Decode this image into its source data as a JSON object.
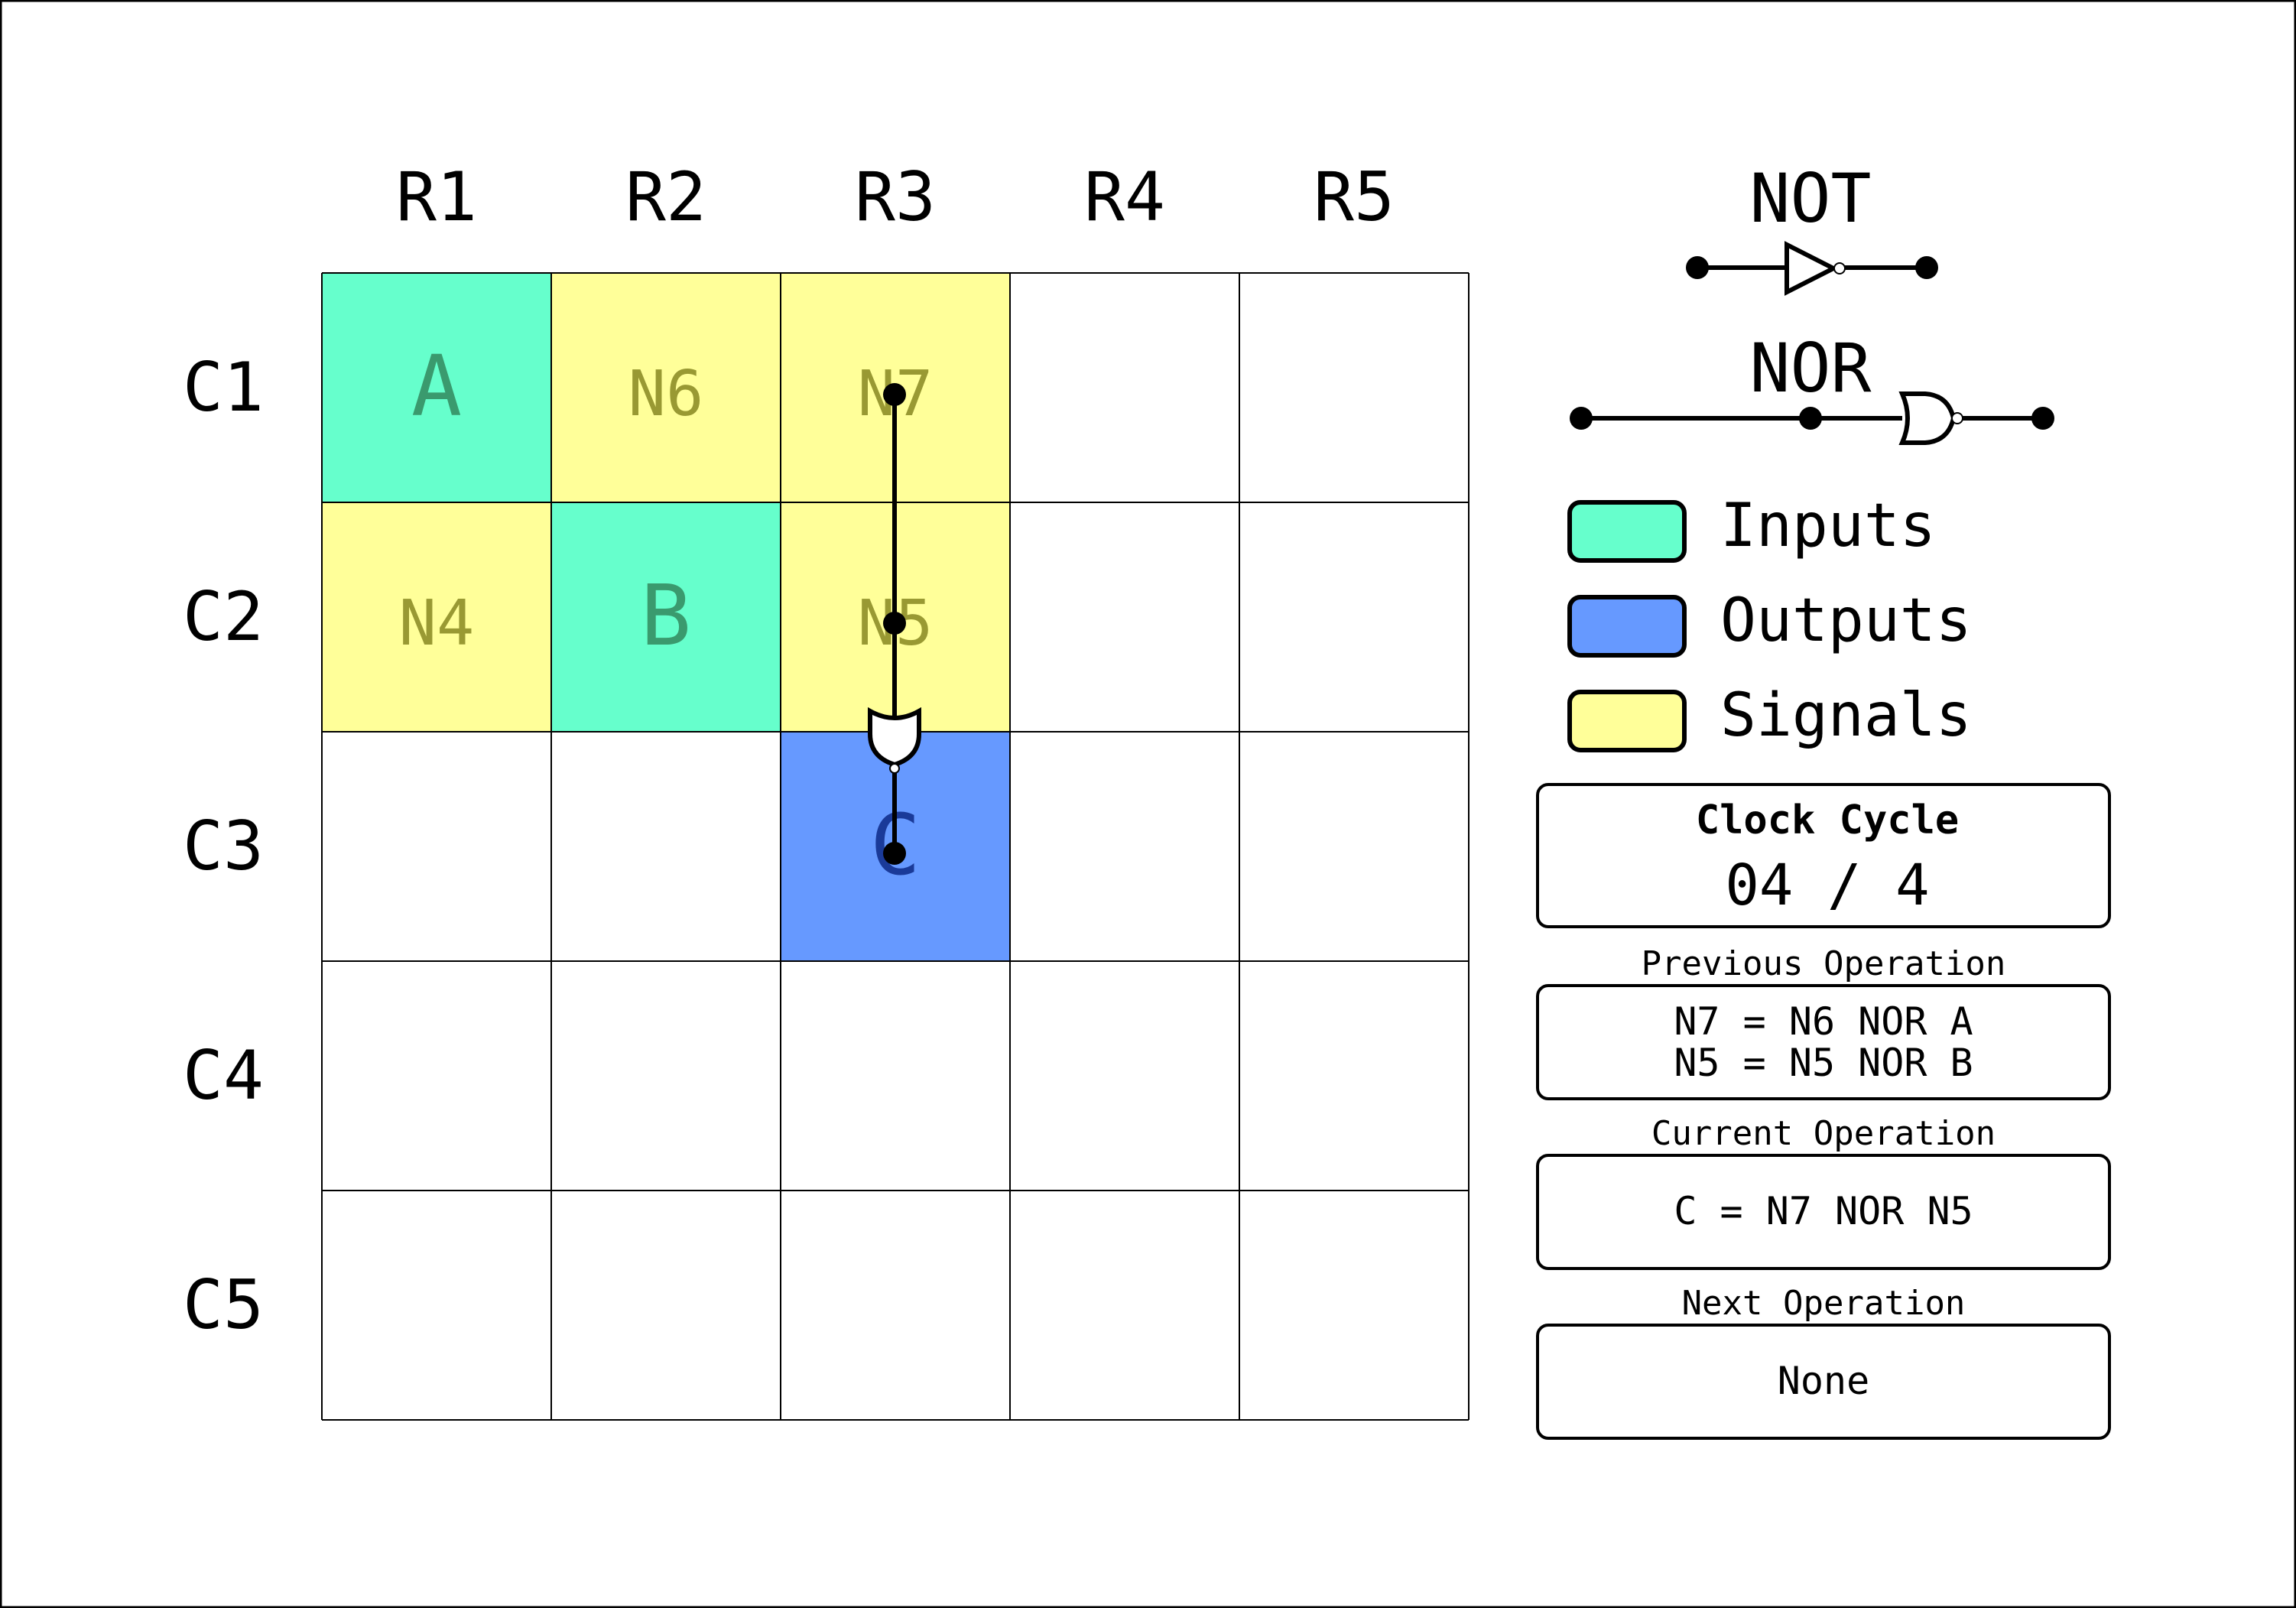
{
  "grid": {
    "column_headers": [
      "R1",
      "R2",
      "R3",
      "R4",
      "R5"
    ],
    "row_headers": [
      "C1",
      "C2",
      "C3",
      "C4",
      "C5"
    ],
    "cells": [
      {
        "row": 0,
        "col": 0,
        "label": "A",
        "kind": "input"
      },
      {
        "row": 0,
        "col": 1,
        "label": "N6",
        "kind": "signal"
      },
      {
        "row": 0,
        "col": 2,
        "label": "N7",
        "kind": "signal"
      },
      {
        "row": 1,
        "col": 0,
        "label": "N4",
        "kind": "signal"
      },
      {
        "row": 1,
        "col": 1,
        "label": "B",
        "kind": "input"
      },
      {
        "row": 1,
        "col": 2,
        "label": "N5",
        "kind": "signal"
      },
      {
        "row": 2,
        "col": 2,
        "label": "C",
        "kind": "output"
      }
    ]
  },
  "wire": {
    "from_cells": [
      [
        0,
        2
      ],
      [
        1,
        2
      ]
    ],
    "gate": "NOR",
    "to_cell": [
      2,
      2
    ]
  },
  "gate_key": {
    "not_label": "NOT",
    "nor_label": "NOR"
  },
  "legend": [
    {
      "label": "Inputs",
      "color": "#66ffcc"
    },
    {
      "label": "Outputs",
      "color": "#6699ff"
    },
    {
      "label": "Signals",
      "color": "#ffff99"
    }
  ],
  "colors": {
    "input": "#66ffcc",
    "output": "#6699ff",
    "signal": "#ffff99",
    "input_text": "#3a9a6e",
    "output_text": "#1a3a99",
    "signal_text": "#999933"
  },
  "clock": {
    "title": "Clock Cycle",
    "value": "04 / 4"
  },
  "operations": {
    "previous_title": "Previous Operation",
    "previous_lines": [
      "N7 = N6 NOR A",
      "N5 = N5 NOR B"
    ],
    "current_title": "Current Operation",
    "current_lines": [
      "C = N7 NOR N5"
    ],
    "next_title": "Next Operation",
    "next_lines": [
      "None"
    ]
  }
}
